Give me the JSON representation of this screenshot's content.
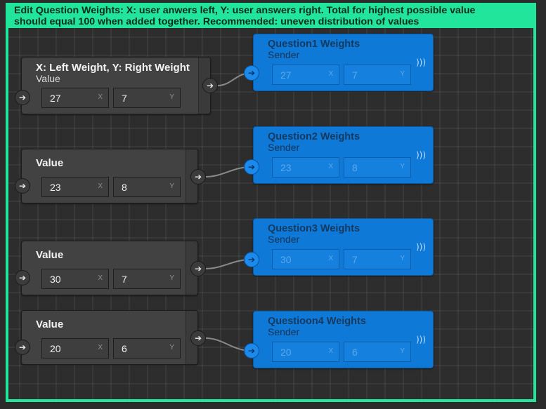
{
  "comment": {
    "text_line1": "Edit Question Weights: X: user anwers left, Y: user answers right. Total for highest possible value",
    "text_line2": "should equal 100 when added together. Recommended: uneven distribution of values"
  },
  "value_nodes": [
    {
      "title": "X: Left Weight, Y: Right Weight",
      "subtitle": "Value",
      "x": "27",
      "y": "7"
    },
    {
      "title": "Value",
      "x": "23",
      "y": "8"
    },
    {
      "title": "Value",
      "x": "30",
      "y": "7"
    },
    {
      "title": "Value",
      "x": "20",
      "y": "6"
    }
  ],
  "sender_nodes": [
    {
      "title": "Question1 Weights",
      "subtitle": "Sender",
      "x": "27",
      "y": "7"
    },
    {
      "title": "Question2 Weights",
      "subtitle": "Sender",
      "x": "23",
      "y": "8"
    },
    {
      "title": "Question3 Weights",
      "subtitle": "Sender",
      "x": "30",
      "y": "7"
    },
    {
      "title": "Questioon4 Weights",
      "subtitle": "Sender",
      "x": "20",
      "y": "6"
    }
  ],
  "axis_labels": {
    "x": "X",
    "y": "Y"
  },
  "icons": {
    "port_arrow": "arrow-right-icon",
    "broadcast": "broadcast-icon"
  },
  "colors": {
    "comment": "#20e59a",
    "sender": "#0f79d8",
    "value_node": "#424242",
    "canvas": "#2d2d2d"
  }
}
